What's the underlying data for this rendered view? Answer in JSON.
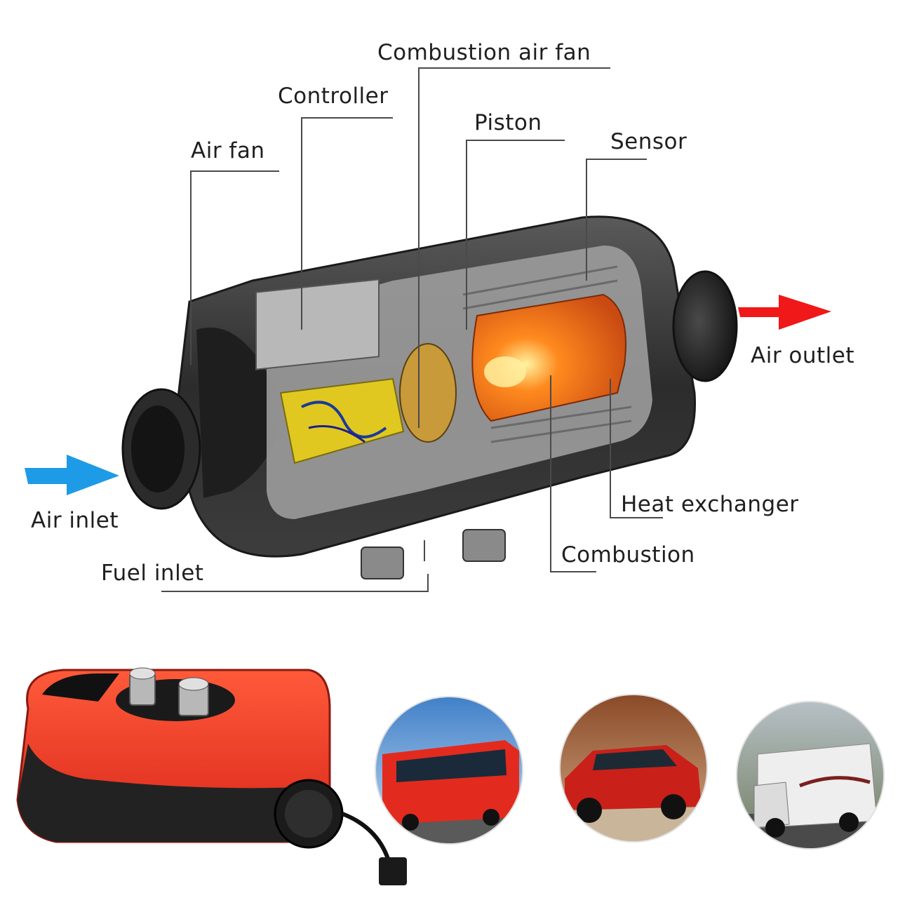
{
  "labels": {
    "combustion_air_fan": "Combustion air fan",
    "controller": "Controller",
    "piston": "Piston",
    "sensor": "Sensor",
    "air_fan": "Air fan",
    "air_outlet": "Air outlet",
    "air_inlet": "Air inlet",
    "heat_exchanger": "Heat exchanger",
    "combustion": "Combustion",
    "fuel_inlet": "Fuel inlet"
  },
  "colors": {
    "inlet_arrow": "#1e9be6",
    "outlet_arrow": "#f01818",
    "heater_body": "#e8321e",
    "casing": "#3a3a3a",
    "flame": "#f7a020"
  },
  "usage_icons": [
    "bus-photo",
    "suv-photo",
    "motorhome-photo"
  ]
}
